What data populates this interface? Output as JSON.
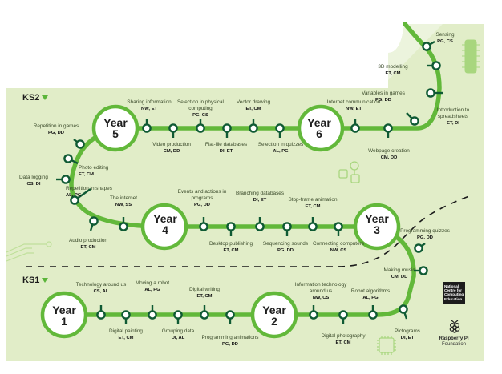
{
  "title": "Computing curriculum journey map",
  "colors": {
    "background": "#e1edc8",
    "background_light": "#ecf4dd",
    "track": "#62b83a",
    "station_ring": "#0f5a34",
    "year_ring": "#62b83a",
    "divider": "#1a1a1a"
  },
  "stages": [
    {
      "label": "KS2",
      "icon": "triangle-down-icon"
    },
    {
      "label": "KS1",
      "icon": "triangle-down-icon"
    }
  ],
  "years": [
    {
      "line1": "Year",
      "line2": "1"
    },
    {
      "line1": "Year",
      "line2": "2"
    },
    {
      "line1": "Year",
      "line2": "3"
    },
    {
      "line1": "Year",
      "line2": "4"
    },
    {
      "line1": "Year",
      "line2": "5"
    },
    {
      "line1": "Year",
      "line2": "6"
    }
  ],
  "units": {
    "y1": [
      {
        "name": "Technology around us",
        "codes": "CS, AL"
      },
      {
        "name": "Digital painting",
        "codes": "ET, CM"
      },
      {
        "name": "Moving a robot",
        "codes": "AL, PG"
      },
      {
        "name": "Grouping data",
        "codes": "DI, AL"
      },
      {
        "name": "Digital writing",
        "codes": "ET, CM"
      },
      {
        "name": "Programming animations",
        "codes": "PG, DD"
      }
    ],
    "y2": [
      {
        "name": "Information technology around us",
        "codes": "NW, CS"
      },
      {
        "name": "Digital photography",
        "codes": "ET, CM"
      },
      {
        "name": "Robot algorithms",
        "codes": "AL, PG"
      },
      {
        "name": "Pictograms",
        "codes": "DI, ET"
      },
      {
        "name": "Making music",
        "codes": "CM, DD"
      },
      {
        "name": "Programming quizzes",
        "codes": "PG, DD"
      }
    ],
    "y3": [
      {
        "name": "Connecting computers",
        "codes": "NW, CS"
      },
      {
        "name": "Stop-frame animation",
        "codes": "ET, CM"
      },
      {
        "name": "Sequencing sounds",
        "codes": "PG, DD"
      },
      {
        "name": "Branching databases",
        "codes": "DI, ET"
      },
      {
        "name": "Desktop publishing",
        "codes": "ET, CM"
      },
      {
        "name": "Events and actions in programs",
        "codes": "PG, DD"
      }
    ],
    "y4": [
      {
        "name": "The internet",
        "codes": "NW, SS"
      },
      {
        "name": "Audio production",
        "codes": "ET, CM"
      },
      {
        "name": "Repetition in shapes",
        "codes": "AL, PG"
      },
      {
        "name": "Data logging",
        "codes": "CS, DI"
      },
      {
        "name": "Photo editing",
        "codes": "ET, CM"
      },
      {
        "name": "Repetition in games",
        "codes": "PG, DD"
      }
    ],
    "y5": [
      {
        "name": "Sharing information",
        "codes": "NW, ET"
      },
      {
        "name": "Video production",
        "codes": "CM, DD"
      },
      {
        "name": "Selection in physical computing",
        "codes": "PG, CS"
      },
      {
        "name": "Flat-file databases",
        "codes": "DI, ET"
      },
      {
        "name": "Vector drawing",
        "codes": "ET, CM"
      },
      {
        "name": "Selection in quizzes",
        "codes": "AL, PG"
      }
    ],
    "y6": [
      {
        "name": "Internet communication",
        "codes": "NW, ET"
      },
      {
        "name": "Webpage creation",
        "codes": "CM, DD"
      },
      {
        "name": "Variables in games",
        "codes": "PG, DD"
      },
      {
        "name": "Introduction to spreadsheets",
        "codes": "ET, DI"
      },
      {
        "name": "3D modelling",
        "codes": "ET, CM"
      },
      {
        "name": "Sensing",
        "codes": "PG, CS"
      }
    ]
  },
  "logos": {
    "ncce": [
      "National",
      "Centre for",
      "Computing",
      "Education"
    ],
    "rpf_line1": "Raspberry Pi",
    "rpf_line2": "Foundation",
    "rpf_icon": "raspberry-icon"
  },
  "decorations": [
    "circuit-traces-icon",
    "flowchart-icon",
    "chip-icon",
    "microchip-outline-icon"
  ]
}
